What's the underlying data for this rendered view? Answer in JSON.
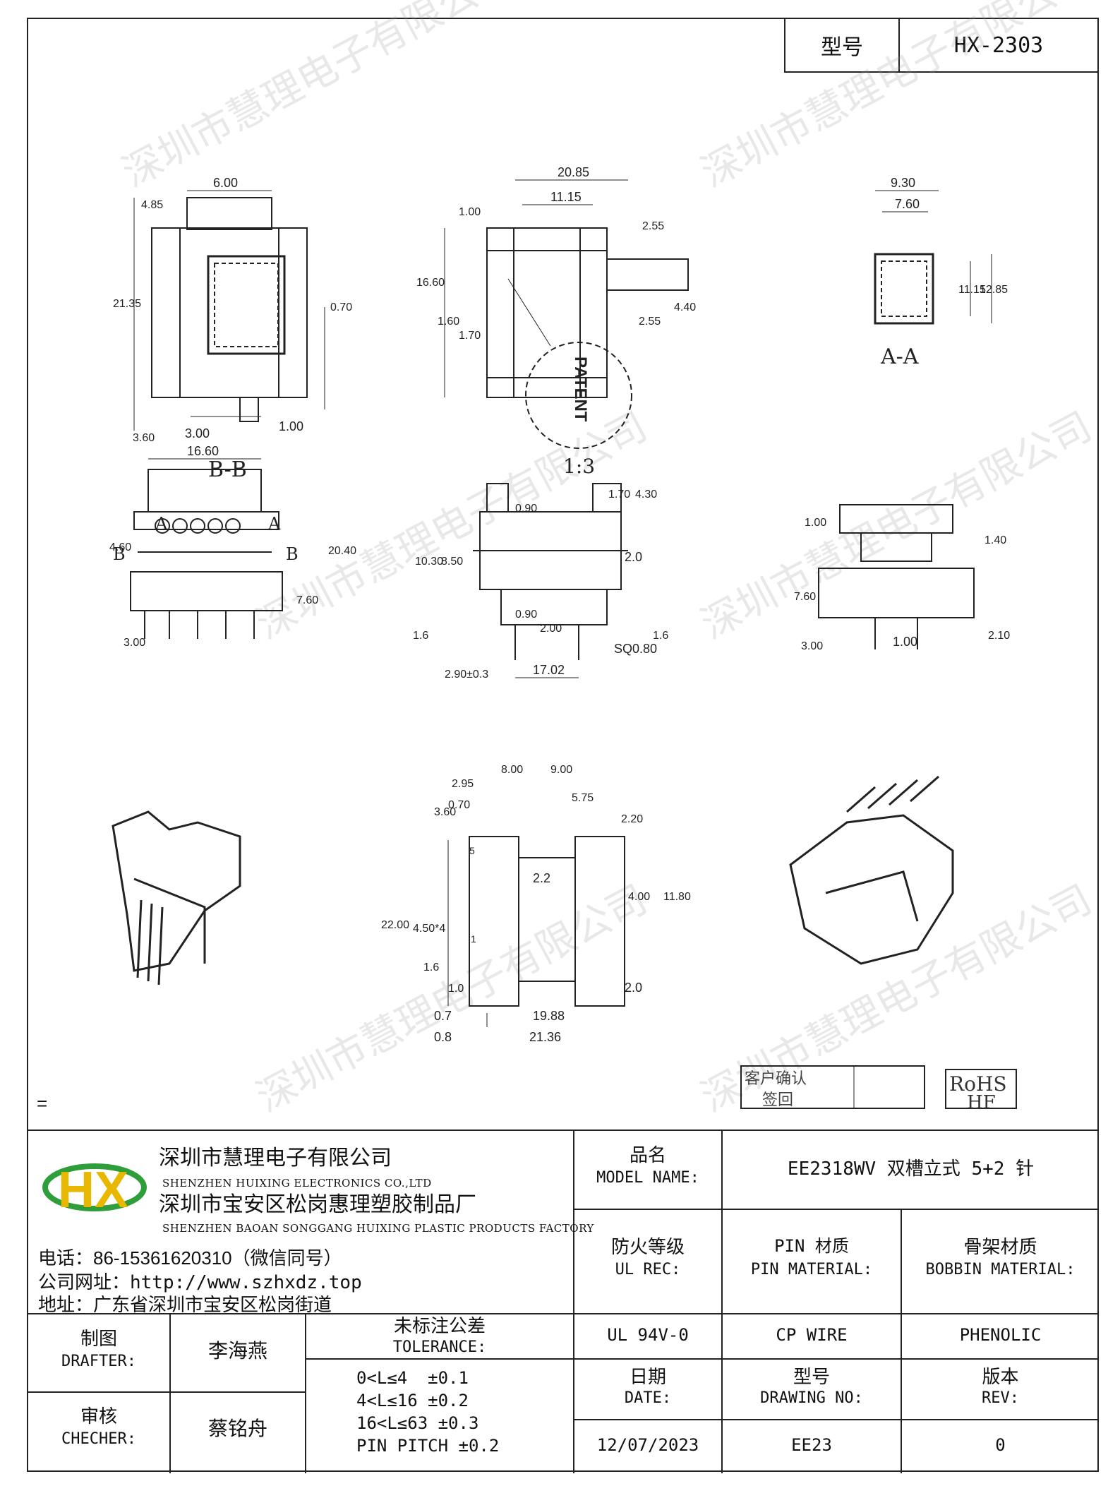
{
  "model_box": {
    "label": "型号",
    "value": "HX-2303"
  },
  "watermark": "深圳市慧理电子有限公司",
  "view_labels": {
    "section_bb": "B-B",
    "section_aa": "A-A",
    "detail_scale": "1:3",
    "patent_text": "PATENT"
  },
  "dimensions": {
    "v1": [
      "6.00",
      "4.85",
      "21.35",
      "3.60",
      "3.00",
      "1.00",
      "0.70"
    ],
    "v2": [
      "20.85",
      "11.15",
      "1.00",
      "2.55",
      "16.60",
      "1.60",
      "1.70",
      "2.55",
      "4.40"
    ],
    "v3": [
      "9.30",
      "7.60",
      "11.15",
      "12.85"
    ],
    "v4": [
      "16.60",
      "4.60",
      "20.40",
      "7.60",
      "3.00"
    ],
    "v5": [
      "0.90",
      "1.70",
      "4.30",
      "10.30",
      "8.50",
      "2.0",
      "0.90",
      "2.00",
      "1.6",
      "1.6",
      "2.90±0.3",
      "17.02",
      "SQ0.80"
    ],
    "v6": [
      "1.00",
      "1.40",
      "7.60",
      "3.00",
      "1.00",
      "2.10"
    ],
    "v7": [
      "2.95",
      "8.00",
      "9.00",
      "3.60",
      "0.70",
      "5.75",
      "2.20",
      "22.00",
      "4.50*4",
      "2.2",
      "4.00",
      "11.80",
      "1.6",
      "1.0",
      "0.7",
      "0.8",
      "19.88",
      "21.36",
      "2.0",
      "5",
      "1"
    ]
  },
  "labels": {
    "a": "A",
    "b": "B"
  },
  "stamp": {
    "customer_confirm": "客户确认",
    "sign_back": "签回",
    "rohs": "RoHS",
    "hf": "HF"
  },
  "eq_mark": "=",
  "title_block": {
    "logo_text": "HX",
    "company1_cn": "深圳市慧理电子有限公司",
    "company1_en": "SHENZHEN HUIXING ELECTRONICS CO.,LTD",
    "company2_cn": "深圳市宝安区松岗惠理塑胶制品厂",
    "company2_en": "SHENZHEN BAOAN SONGGANG HUIXING PLASTIC PRODUCTS FACTORY",
    "phone": "电话：86-15361620310（微信同号）",
    "website": "公司网址：http://www.szhxdz.top",
    "address": "地址：广东省深圳市宝安区松岗街道",
    "model_name_cn": "品名",
    "model_name_en": "MODEL NAME:",
    "model_name_value": "EE2318WV 双槽立式 5+2 针",
    "ul_cn": "防火等级",
    "ul_en": "UL REC:",
    "pin_cn": "PIN 材质",
    "pin_en": "PIN MATERIAL:",
    "bobbin_cn": "骨架材质",
    "bobbin_en": "BOBBIN MATERIAL:",
    "ul_value": "UL 94V-0",
    "pin_value": "CP WIRE",
    "bobbin_value": "PHENOLIC",
    "drafter_cn": "制图",
    "drafter_en": "DRAFTER:",
    "drafter_name": "李海燕",
    "checker_cn": "审核",
    "checker_en": "CHECHER:",
    "checker_name": "蔡铭舟",
    "tolerance_cn": "未标注公差",
    "tolerance_en": "TOLERANCE:",
    "tolerance_lines": [
      "0<L≤4  ±0.1",
      "4<L≤16 ±0.2",
      "16<L≤63 ±0.3",
      "PIN PITCH ±0.2"
    ],
    "date_cn": "日期",
    "date_en": "DATE:",
    "date_value": "12/07/2023",
    "drawing_cn": "型号",
    "drawing_en": "DRAWING NO:",
    "drawing_value": "EE23",
    "rev_cn": "版本",
    "rev_en": "REV:",
    "rev_value": "0"
  }
}
